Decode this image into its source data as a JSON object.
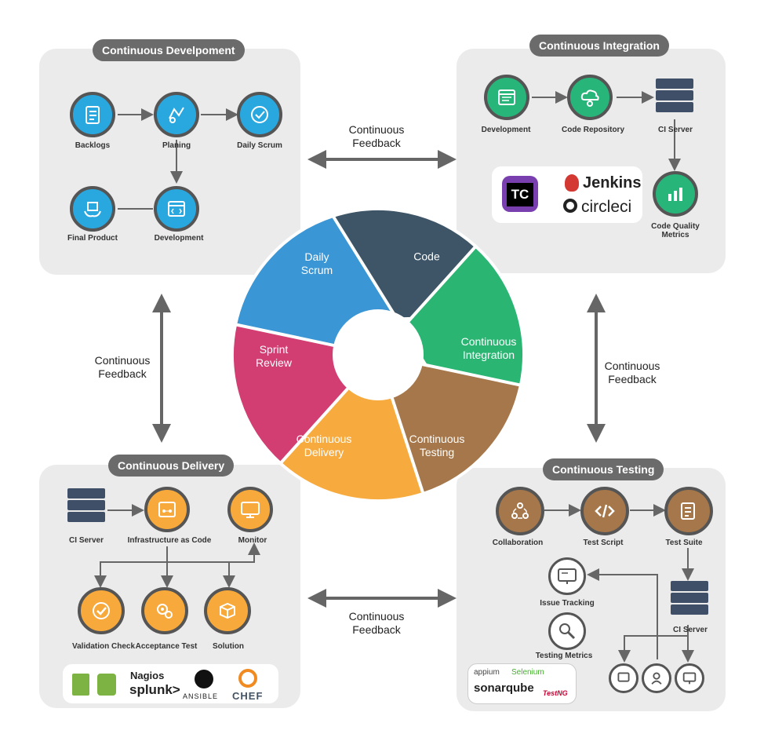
{
  "sections": {
    "development": {
      "title": "Continuous Develpoment",
      "items": [
        "Backlogs",
        "Planing",
        "Daily Scrum",
        "Final Product",
        "Development"
      ]
    },
    "integration": {
      "title": "Continuous Integration",
      "items": [
        "Development",
        "Code Repository",
        "CI Server",
        "Code Quality Metrics"
      ],
      "tools": [
        "TC",
        "Jenkins",
        "circleci"
      ]
    },
    "delivery": {
      "title": "Continuous Delivery",
      "items": [
        "CI Server",
        "Infrastructure as Code",
        "Monitor",
        "Validation Check",
        "Acceptance Test",
        "Solution"
      ],
      "tools": [
        "Nagios",
        "splunk>",
        "ANSIBLE",
        "CHEF"
      ]
    },
    "testing": {
      "title": "Continuous Testing",
      "items": [
        "Collaboration",
        "Test Script",
        "Test Suite",
        "Issue Tracking",
        "CI Server",
        "Testing Metrics"
      ],
      "tools": [
        "appium",
        "Selenium",
        "sonarqube",
        "TestNG"
      ]
    }
  },
  "feedback_label": "Continuous Feedback",
  "cycle": [
    {
      "label": "Code",
      "color": "#3d5566"
    },
    {
      "label": "Continuous Integration",
      "color": "#2ab573"
    },
    {
      "label": "Continuous Testing",
      "color": "#a5774a"
    },
    {
      "label": "Continuous Delivery",
      "color": "#f7ab3e"
    },
    {
      "label": "Sprint Review",
      "color": "#d23d72"
    },
    {
      "label": "Daily Scrum",
      "color": "#3a96d4"
    }
  ]
}
